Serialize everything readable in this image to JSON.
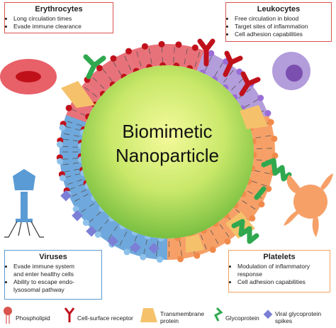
{
  "center": {
    "line1": "Biomimetic",
    "line2": "Nanoparticle"
  },
  "boxes": {
    "erythrocytes": {
      "title": "Erythrocytes",
      "items": [
        "Long circulation times",
        "Evade immune clearance"
      ]
    },
    "leukocytes": {
      "title": "Leukocytes",
      "items": [
        "Free circulation in blood",
        "Target sites of inflammation",
        "Cell adhesion capabilities"
      ]
    },
    "viruses": {
      "title": "Viruses",
      "items": [
        "Evade immune system",
        "and enter healthy cells",
        "Ability to escape endo-",
        "lysosomal pathway"
      ]
    },
    "platelets": {
      "title": "Platelets",
      "items": [
        "Modulation of inflammatory",
        "response",
        "Cell adhesion capabilities"
      ]
    }
  },
  "legend": {
    "phospholipid": "Phospholipid",
    "receptor": "Cell-surface receptor",
    "transmembrane_1": "Transmembrane",
    "transmembrane_2": "protein",
    "glycoprotein": "Glycoprotein",
    "viral_1": "Viral glycoprotein",
    "viral_2": "spikes"
  },
  "colors": {
    "erythrocyte": "#e8727a",
    "leukocyte": "#b39ddb",
    "virus": "#6fa8dc",
    "platelet": "#f6a068",
    "core_light": "#e9f58c",
    "core_dark": "#7cc242",
    "phospholipid_head": "#c0111b",
    "receptor": "#c0111b",
    "transmembrane": "#f5c26b",
    "glycoprotein": "#2fa84f",
    "viral_spike": "#7b7fd6"
  },
  "icons": [
    "red-blood-cell-icon",
    "leukocyte-icon",
    "virus-icon",
    "platelet-icon"
  ]
}
